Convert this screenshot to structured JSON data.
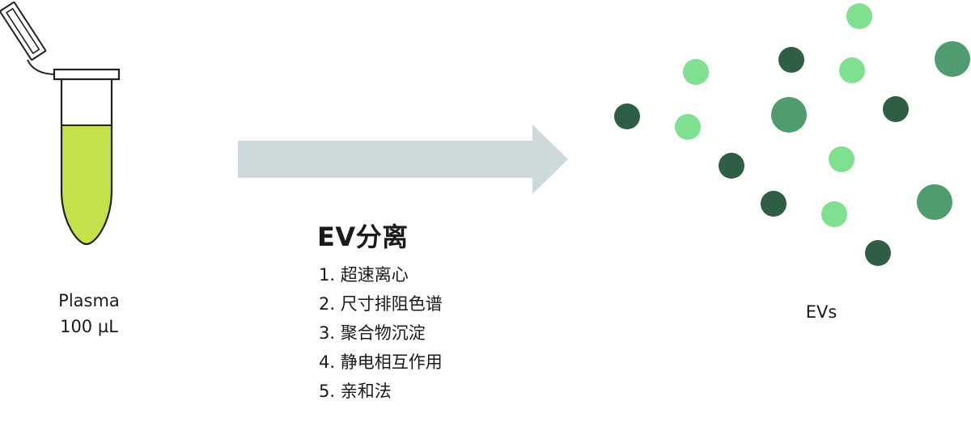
{
  "sample": {
    "name": "Plasma",
    "volume": "100 µL",
    "liquid_color": "#c4e24a"
  },
  "separation": {
    "title": "EV分离",
    "methods": [
      "1. 超速离心",
      "2. 尺寸排阻色谱",
      "3. 聚合物沉淀",
      "4. 静电相互作用",
      "5. 亲和法"
    ],
    "arrow_color": "#cdd9db"
  },
  "result": {
    "label": "EVs",
    "colors": {
      "dark": "#2e5e43",
      "medium": "#4f9c6e",
      "light": "#7fe08f"
    }
  }
}
